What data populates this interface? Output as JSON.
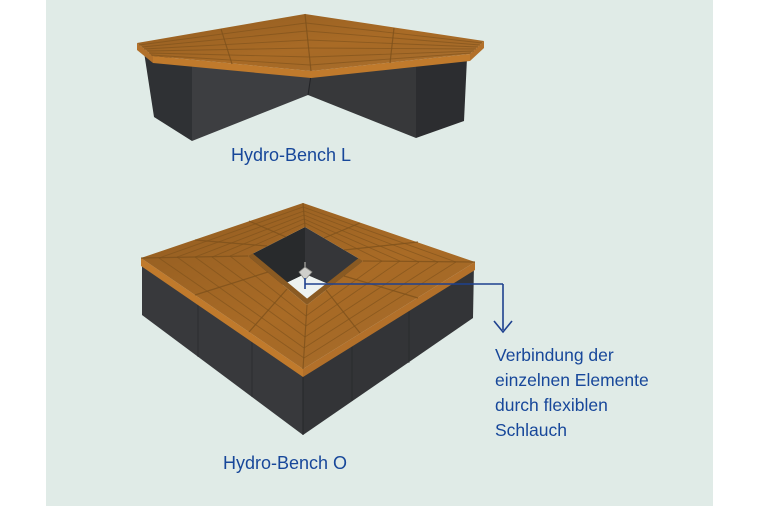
{
  "panel": {
    "description": "product illustration page section"
  },
  "figures": {
    "bench_l": {
      "label": "Hydro-Bench L"
    },
    "bench_o": {
      "label": "Hydro-Bench O"
    }
  },
  "annotation": {
    "lines": [
      "Verbindung der",
      "einzelnen Elemente",
      "durch flexiblen",
      "Schlauch"
    ],
    "full_text": "Verbindung der einzelnen Elemente durch flexiblen Schlauch",
    "arrow_icon": "leader-arrow-down"
  },
  "colors": {
    "page_background": "#ffffff",
    "panel_background": "#e0ebe7",
    "label_text": "#17479a",
    "annotation_text": "#17479a",
    "arrow": "#1e418f",
    "wood": "#a96b26",
    "wood_edge": "#c07a2c",
    "wood_line": "#7e511b",
    "base_dark": "#38393b",
    "hole_floor": "#eef3f1",
    "connector_gray": "#cfcfcb"
  }
}
